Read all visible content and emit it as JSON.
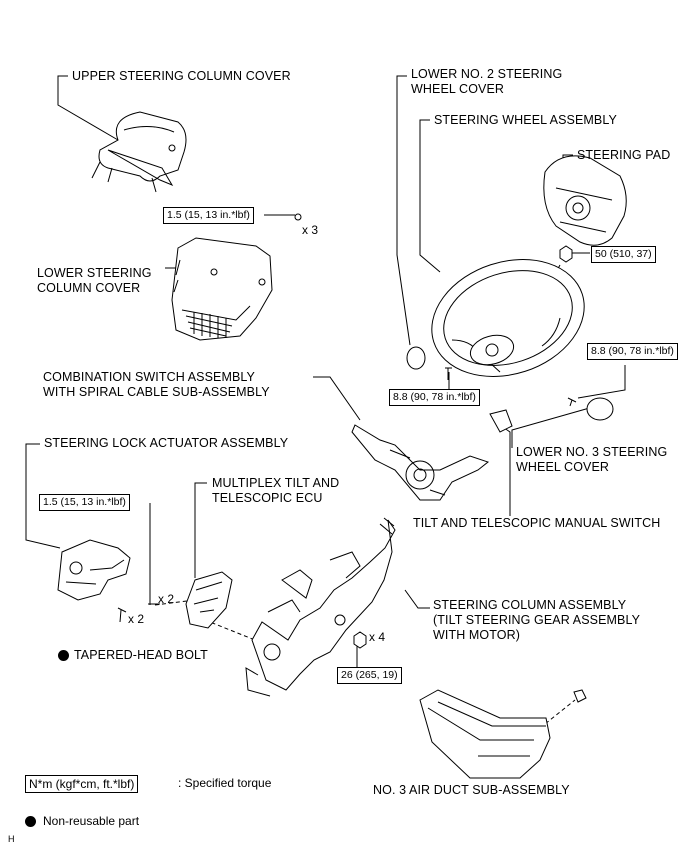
{
  "labels": {
    "upper_column_cover": "UPPER STEERING COLUMN COVER",
    "lower_column_cover": "LOWER STEERING\nCOLUMN COVER",
    "lower_no2_wheel_cover": "LOWER NO. 2 STEERING\nWHEEL COVER",
    "steering_wheel_assembly": "STEERING WHEEL ASSEMBLY",
    "steering_pad": "STEERING PAD",
    "combination_switch": "COMBINATION SWITCH ASSEMBLY\nWITH SPIRAL CABLE SUB-ASSEMBLY",
    "lower_no3_wheel_cover": "LOWER NO. 3 STEERING\nWHEEL COVER",
    "steering_lock_actuator": "STEERING LOCK ACTUATOR ASSEMBLY",
    "multiplex_ecu": "MULTIPLEX TILT AND\nTELESCOPIC ECU",
    "tilt_manual_switch": "TILT AND TELESCOPIC MANUAL SWITCH",
    "steering_column_assembly": "STEERING COLUMN ASSEMBLY\n(TILT STEERING GEAR ASSEMBLY\nWITH MOTOR)",
    "tapered_head_bolt": "TAPERED-HEAD BOLT",
    "air_duct": "NO. 3 AIR DUCT SUB-ASSEMBLY"
  },
  "torques": {
    "upper_cover_screw": "1.5 (15, 13 in.*lbf)",
    "steering_pad_nut": "50 (510, 37)",
    "wheel_cover_left": "8.8 (90, 78 in.*lbf)",
    "wheel_cover_right": "8.8 (90, 78 in.*lbf)",
    "lock_actuator": "1.5 (15, 13 in.*lbf)",
    "column_nut": "26 (265, 19)"
  },
  "quantities": {
    "upper_cover_screw": "x 3",
    "ecu_screw": "x 2",
    "tapered_bolt": "x 2",
    "column_nut": "x 4"
  },
  "legend": {
    "torque_units": "N*m (kgf*cm, ft.*lbf)",
    "torque_caption": ": Specified torque",
    "non_reusable": "Non-reusable part"
  },
  "corner_mark": "H"
}
